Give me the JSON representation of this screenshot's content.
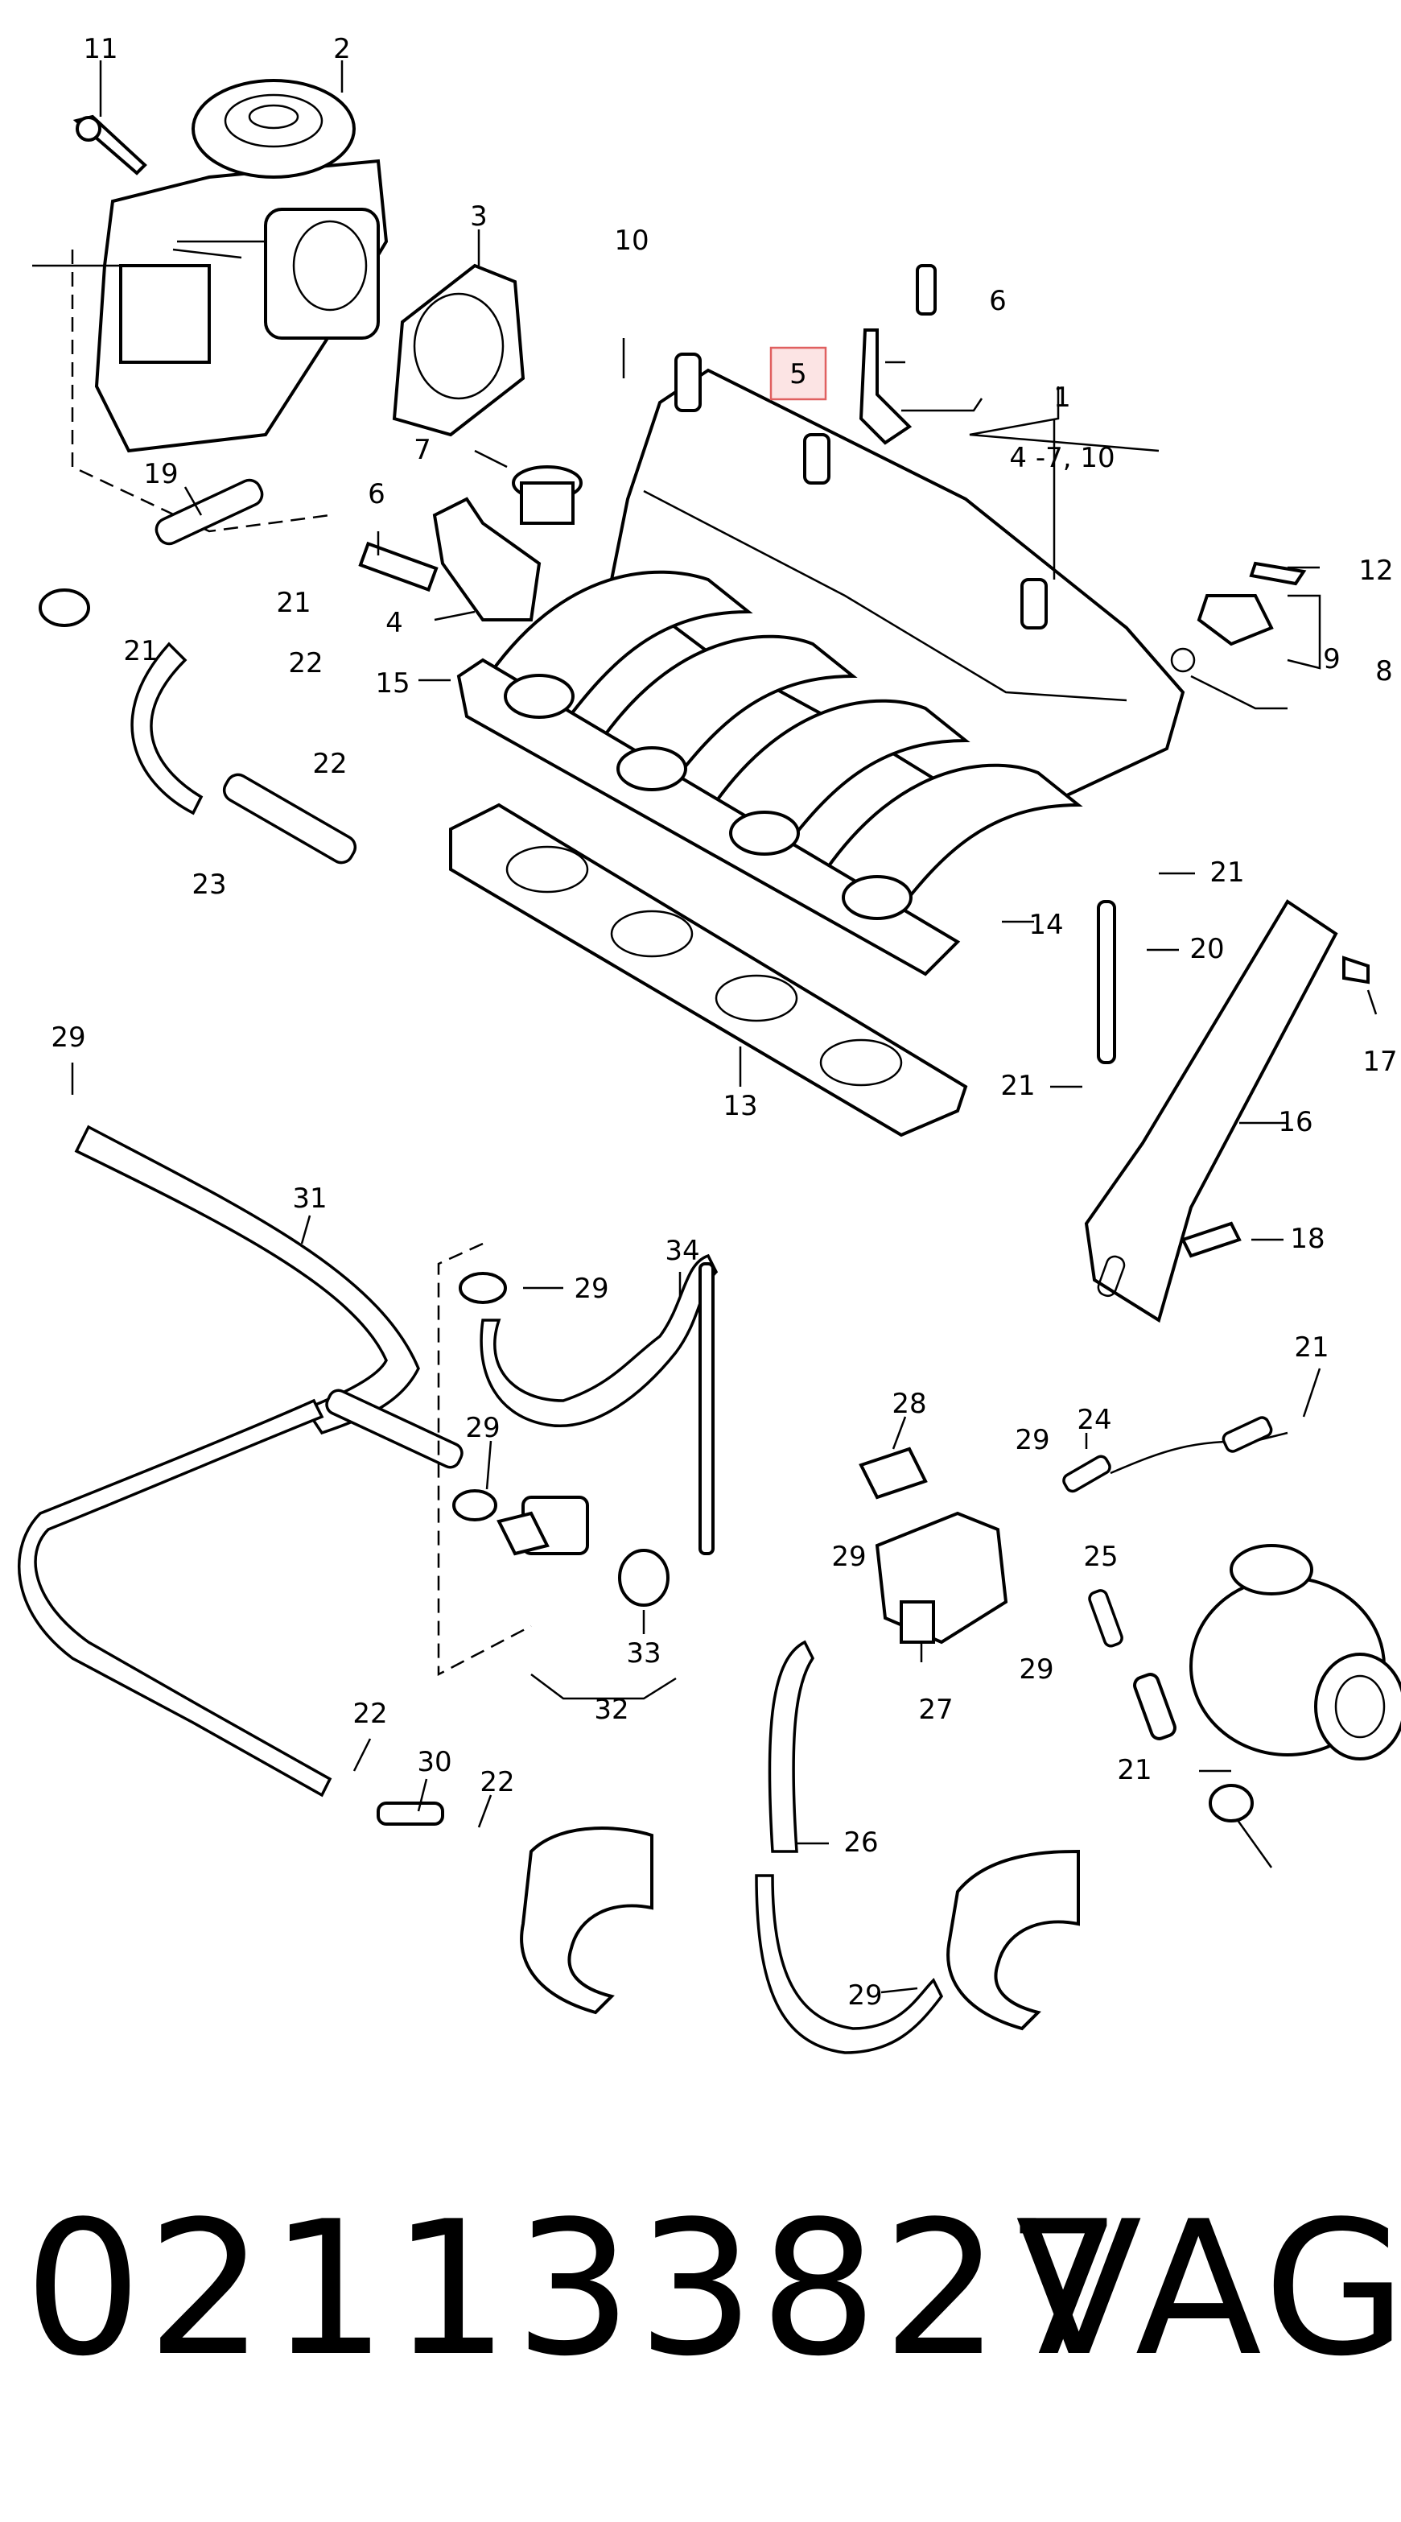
{
  "callouts": {
    "c1": "1",
    "c1sub": "4 -7, 10",
    "c2": "2",
    "c3": "3",
    "c4": "4",
    "c5": "5",
    "c6a": "6",
    "c6b": "6",
    "c7": "7",
    "c8": "8",
    "c9": "9",
    "c10": "10",
    "c11": "11",
    "c12": "12",
    "c13": "13",
    "c14": "14",
    "c15": "15",
    "c16": "16",
    "c17": "17",
    "c18": "18",
    "c19": "19",
    "c20": "20",
    "c21a": "21",
    "c21b": "21",
    "c21c": "21",
    "c21d": "21",
    "c21e": "21",
    "c21f": "21",
    "c22a": "22",
    "c22b": "22",
    "c22c": "22",
    "c22d": "22",
    "c23": "23",
    "c24": "24",
    "c25": "25",
    "c26": "26",
    "c27": "27",
    "c28": "28",
    "c29a": "29",
    "c29b": "29",
    "c29c": "29",
    "c29d": "29",
    "c29e": "29",
    "c29f": "29",
    "c29g": "29",
    "c30": "30",
    "c31": "31",
    "c32": "32",
    "c33": "33",
    "c34": "34"
  },
  "highlighted_callout": "5",
  "footer": {
    "part_number": "021133827",
    "brand": "VAG"
  },
  "colors": {
    "highlight_fill": "#fce4e4",
    "highlight_border": "#e06060",
    "ink": "#000000"
  }
}
